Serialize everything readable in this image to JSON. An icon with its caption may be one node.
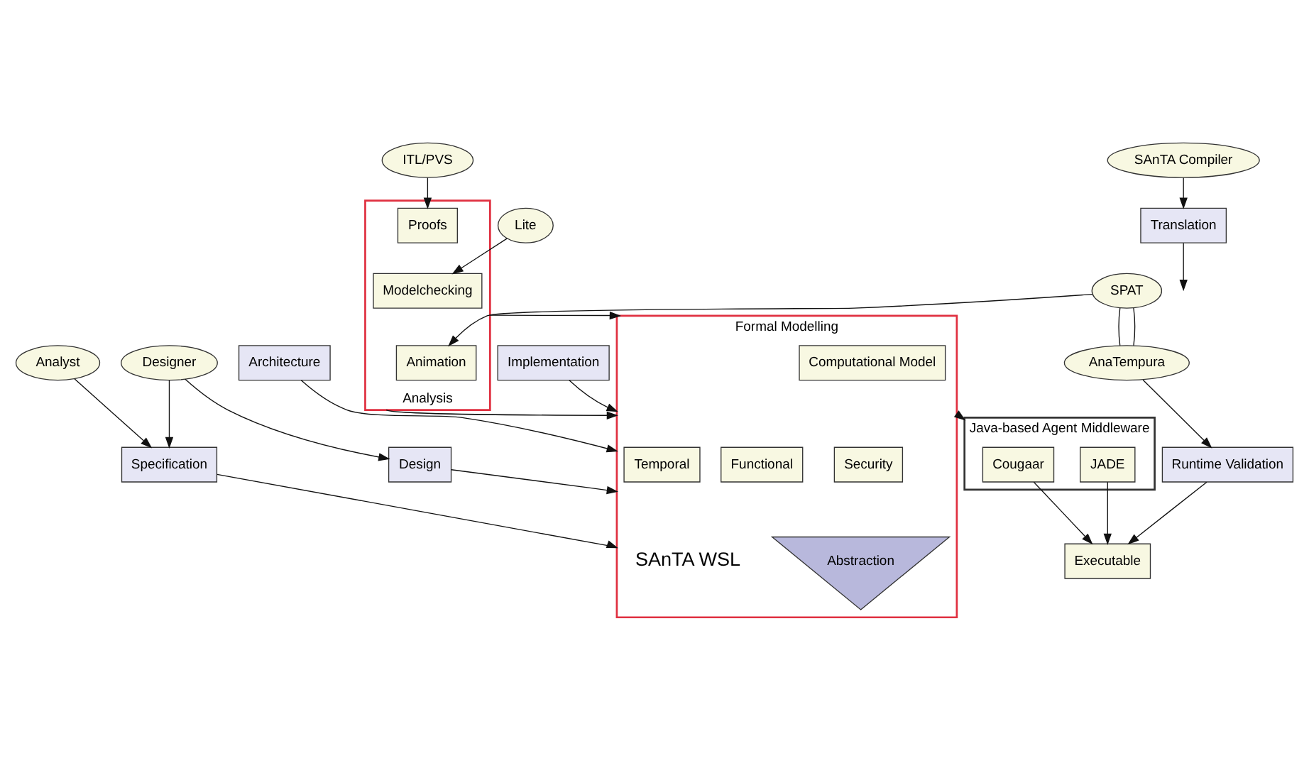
{
  "diagram": {
    "nodes": [
      {
        "text": [
          "Analyst"
        ]
      },
      {
        "text": [
          "Designer"
        ]
      },
      {
        "text": [
          "Specification"
        ]
      },
      {
        "text": [
          "Design"
        ]
      },
      {
        "text": [
          "Architecture"
        ]
      },
      {
        "text": [
          "Implementation"
        ]
      },
      {
        "text": [
          "Translation"
        ]
      },
      {
        "text": [
          "SAnTA Compiler"
        ]
      },
      {
        "text": [
          "Formal Modelling"
        ]
      },
      {
        "text": [
          "Computational Model"
        ],
        "in": 8
      },
      {
        "text": [
          "Security"
        ],
        "in": 8
      },
      {
        "text": [
          "Functional"
        ],
        "in": 8
      },
      {
        "text": [
          "Temporal"
        ],
        "in": 8
      },
      {
        "text": [
          "Abstraction"
        ],
        "in": 8
      },
      {
        "text": [
          "SAnTA WSL"
        ],
        "in": 8
      },
      {
        "text": [
          "Lite"
        ]
      },
      {
        "text": [
          "ITL/PVS"
        ]
      },
      {
        "text": [
          "Analysis"
        ]
      },
      {
        "text": [
          "Proofs"
        ],
        "in": 17
      },
      {
        "text": [
          "Modelchecking"
        ],
        "in": 17
      },
      {
        "text": [
          "Animation"
        ],
        "in": 17
      },
      {
        "text": [
          "SPAT"
        ]
      },
      {
        "text": [
          "AnaTempura"
        ]
      },
      {
        "text": [
          "Java-based Agent Middleware"
        ]
      },
      {
        "text": [
          "JADE"
        ],
        "in": 23
      },
      {
        "text": [
          "Cougaar"
        ],
        "in": 23
      },
      {
        "text": [
          "Executable"
        ]
      },
      {
        "text": [
          "Runtime Validation"
        ]
      }
    ],
    "edges": [
      {
        "from": 0,
        "to": 2,
        "arrow": "to"
      },
      {
        "from": 1,
        "to": 2,
        "arrow": "to"
      },
      {
        "from": 1,
        "to": 3,
        "arrow": "to"
      },
      {
        "from": 2,
        "to": 8,
        "arrow": "to"
      },
      {
        "from": 3,
        "to": 8,
        "arrow": "to"
      },
      {
        "from": 4,
        "to": 8,
        "arrow": "to"
      },
      {
        "from": 5,
        "to": 8,
        "arrow": "to"
      },
      {
        "from": 6,
        "to": null,
        "arrow": "to"
      },
      {
        "from": 7,
        "to": 6,
        "arrow": "to"
      },
      {
        "from": 15,
        "to": 19,
        "arrow": "to"
      },
      {
        "from": 16,
        "to": 18,
        "arrow": "to"
      },
      {
        "from": 17,
        "to": 8,
        "arrow": "to"
      },
      {
        "from": 17,
        "to": 8,
        "arrow": "to"
      },
      {
        "from": 8,
        "to": 23,
        "arrow": "to"
      },
      {
        "from": 24,
        "to": 26,
        "arrow": "to"
      },
      {
        "from": 25,
        "to": 26,
        "arrow": "to"
      },
      {
        "from": 21,
        "to": 20,
        "arrow": "to"
      },
      {
        "from": 21,
        "to": 22,
        "arrow": "none"
      },
      {
        "from": 21,
        "to": 22,
        "arrow": "none"
      },
      {
        "from": 22,
        "to": 27,
        "arrow": "to"
      },
      {
        "from": 27,
        "to": 26,
        "arrow": "to"
      }
    ]
  }
}
